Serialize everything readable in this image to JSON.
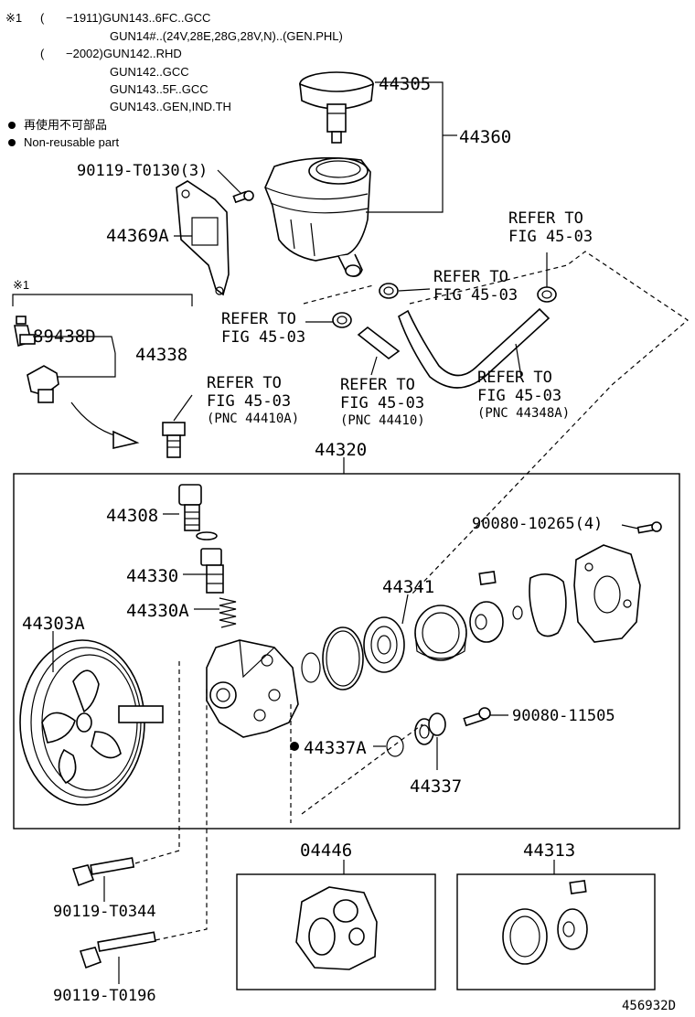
{
  "notes": {
    "mark": "※1",
    "line1_bracket": "(",
    "line1": "−1911)GUN143..6FC..GCC",
    "line2": "GUN14#..(24V,28E,28G,28V,N)..(GEN.PHL)",
    "line3_bracket": "(",
    "line3": "−2002)GUN142..RHD",
    "line4": "GUN142..GCC",
    "line5": "GUN143..5F..GCC",
    "line6": "GUN143..GEN,IND.TH",
    "legend_jp": "再使用不可部品",
    "legend_en": "Non-reusable part"
  },
  "labels": {
    "p44305": "44305",
    "p44360": "44360",
    "p90119_T0130": "90119-T0130(3)",
    "p44369A": "44369A",
    "ref_a1": "REFER TO",
    "ref_a2": "FIG 45-03",
    "ref_b1": "REFER TO",
    "ref_b2": "FIG 45-03",
    "ref_c1": "REFER TO",
    "ref_c2": "FIG 45-03",
    "mark1": "※1",
    "p89438D": "89438D",
    "p44338": "44338",
    "ref_d1": "REFER TO",
    "ref_d2": "FIG 45-03",
    "ref_d3": "(PNC 44410A)",
    "ref_e1": "REFER TO",
    "ref_e2": "FIG 45-03",
    "ref_e3": "(PNC 44410)",
    "ref_f1": "REFER TO",
    "ref_f2": "FIG 45-03",
    "ref_f3": "(PNC 44348A)",
    "p44320": "44320",
    "p44308": "44308",
    "p90080_10265": "90080-10265(4)",
    "p44330": "44330",
    "p44341": "44341",
    "p44330A": "44330A",
    "p44303A": "44303A",
    "p90080_11505": "90080-11505",
    "p44337A": "44337A",
    "p44337": "44337",
    "p04446": "04446",
    "p44313": "44313",
    "p90119_T0344": "90119-T0344",
    "p90119_T0196": "90119-T0196",
    "diagram_no": "456932D"
  }
}
